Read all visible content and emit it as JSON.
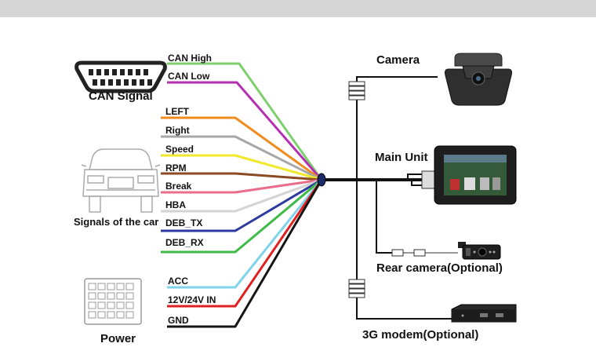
{
  "title_bar": "",
  "can_signal": {
    "label": "CAN Signal",
    "wires": [
      "CAN High",
      "CAN Low"
    ]
  },
  "car_signals": {
    "label": "Signals of the car",
    "wires": [
      "LEFT",
      "Right",
      "Speed",
      "RPM",
      "Break",
      "HBA",
      "DEB_TX",
      "DEB_RX"
    ]
  },
  "power": {
    "label": "Power",
    "wires": [
      "ACC",
      "12V/24V IN",
      "GND"
    ]
  },
  "devices": {
    "camera": "Camera",
    "main_unit": "Main Unit",
    "rear_camera": "Rear camera(Optional)",
    "modem": "3G modem(Optional)"
  },
  "wire_colors": {
    "CAN High": "#7ed06e",
    "CAN Low": "#b52fb2",
    "LEFT": "#ef8c1f",
    "Right": "#a7a7a7",
    "Speed": "#f0e92b",
    "RPM": "#8a4a22",
    "Break": "#ea6d8a",
    "HBA": "#d3d3d3",
    "DEB_TX": "#2d3aa0",
    "DEB_RX": "#3dbb46",
    "ACC": "#7fd3ea",
    "12V/24V IN": "#e02020",
    "GND": "#151515"
  }
}
